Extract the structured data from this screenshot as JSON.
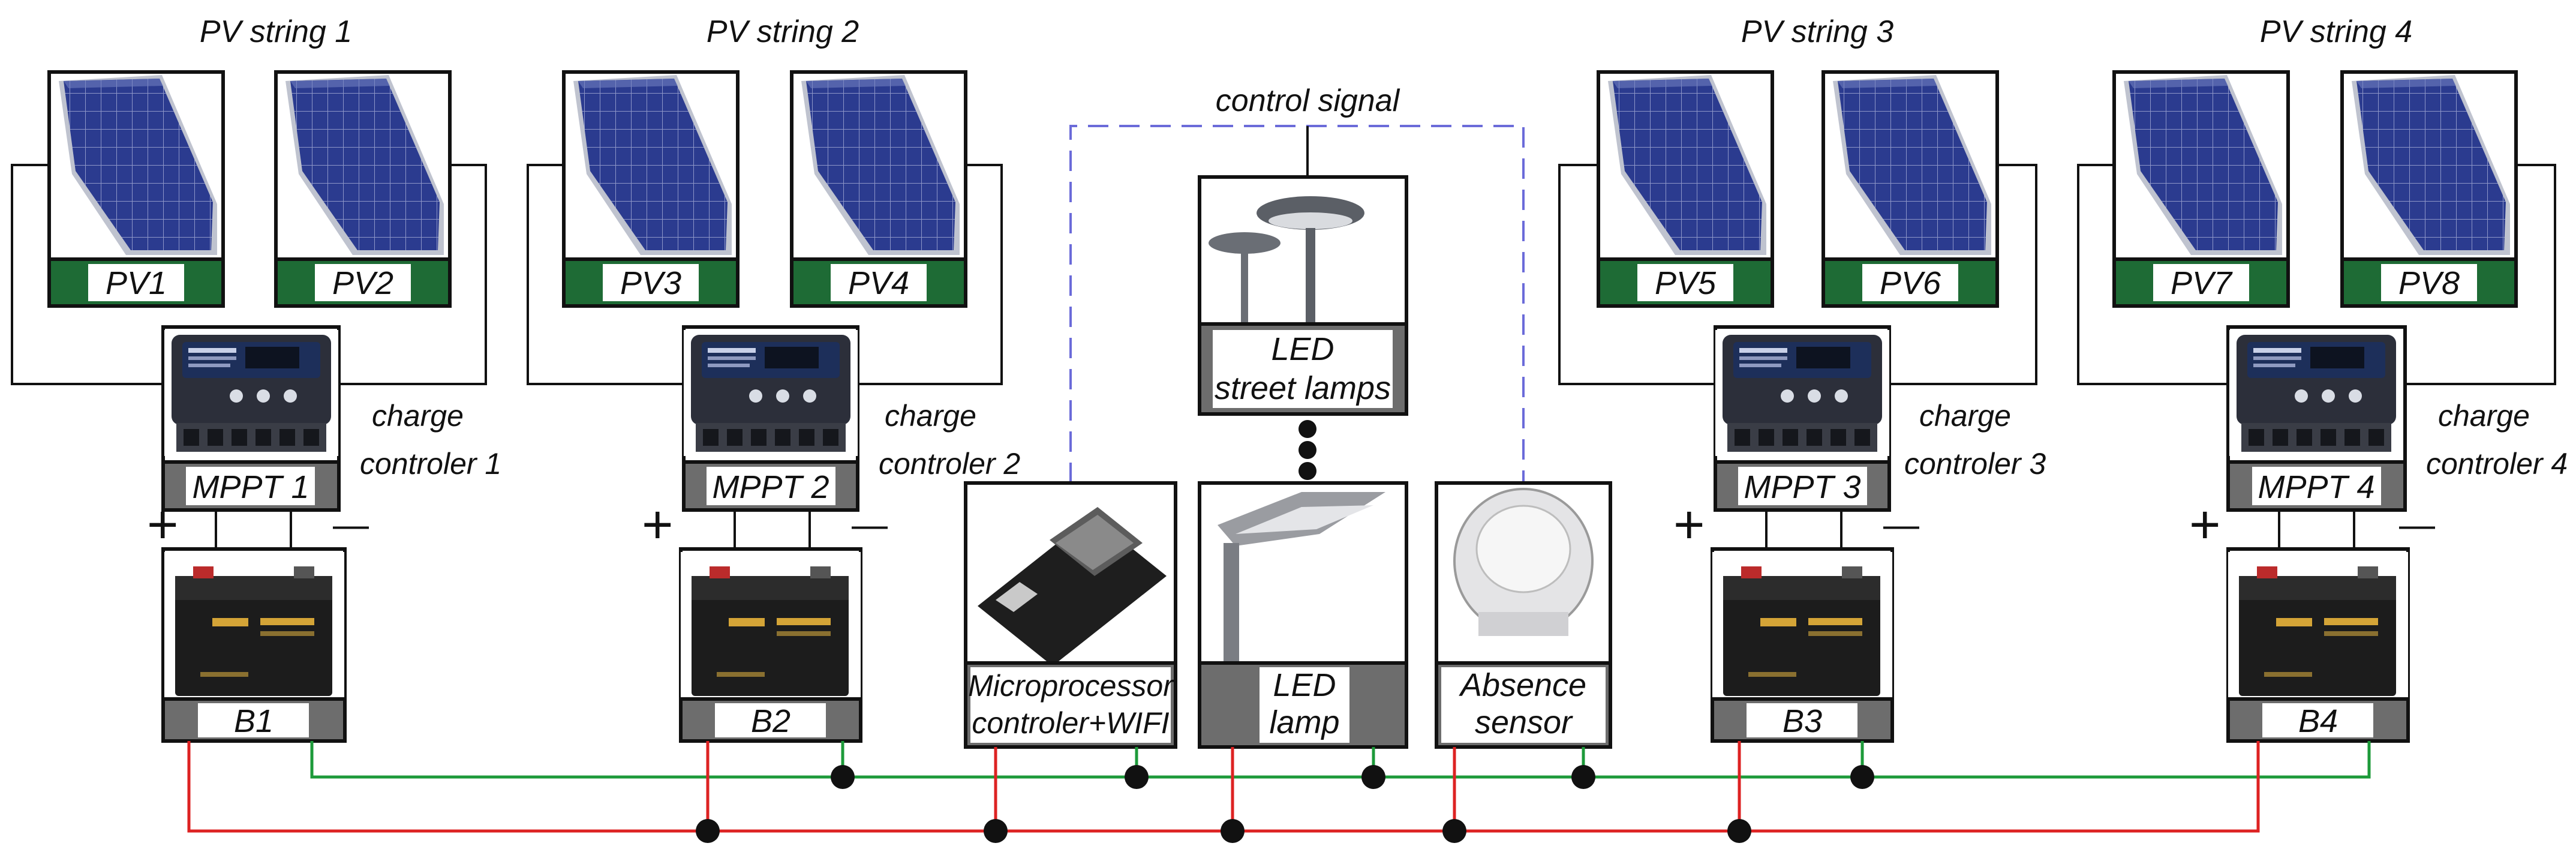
{
  "diagram": {
    "strings": [
      {
        "title": "PV string 1",
        "panels": [
          "PV1",
          "PV2"
        ],
        "mppt": "MPPT 1",
        "controller": [
          "charge",
          "controler 1"
        ],
        "battery": "B1"
      },
      {
        "title": "PV string 2",
        "panels": [
          "PV3",
          "PV4"
        ],
        "mppt": "MPPT 2",
        "controller": [
          "charge",
          "controler 2"
        ],
        "battery": "B2"
      },
      {
        "title": "PV string 3",
        "panels": [
          "PV5",
          "PV6"
        ],
        "mppt": "MPPT 3",
        "controller": [
          "charge",
          "controler 3"
        ],
        "battery": "B3"
      },
      {
        "title": "PV string 4",
        "panels": [
          "PV7",
          "PV8"
        ],
        "mppt": "MPPT 4",
        "controller": [
          "charge",
          "controler 4"
        ],
        "battery": "B4"
      }
    ],
    "control_signal": "control signal",
    "street_lamps": [
      "LED",
      "street lamps"
    ],
    "mcu": [
      "Microprocessor",
      "controler+WIFI"
    ],
    "led_lamp": [
      "LED",
      "lamp"
    ],
    "sensor": [
      "Absence",
      "sensor"
    ],
    "plus_sign": "+",
    "minus_sign": "—",
    "colors": {
      "panel_label_bar": "#1e6b35",
      "module_label_bar": "#6d6d6d",
      "positive_bus": "#d22222",
      "negative_bus": "#1d9a3a",
      "control_signal_line": "#6b6bd9",
      "solar_cell": "#2a3c8e",
      "battery": "#1c1c1c"
    }
  }
}
